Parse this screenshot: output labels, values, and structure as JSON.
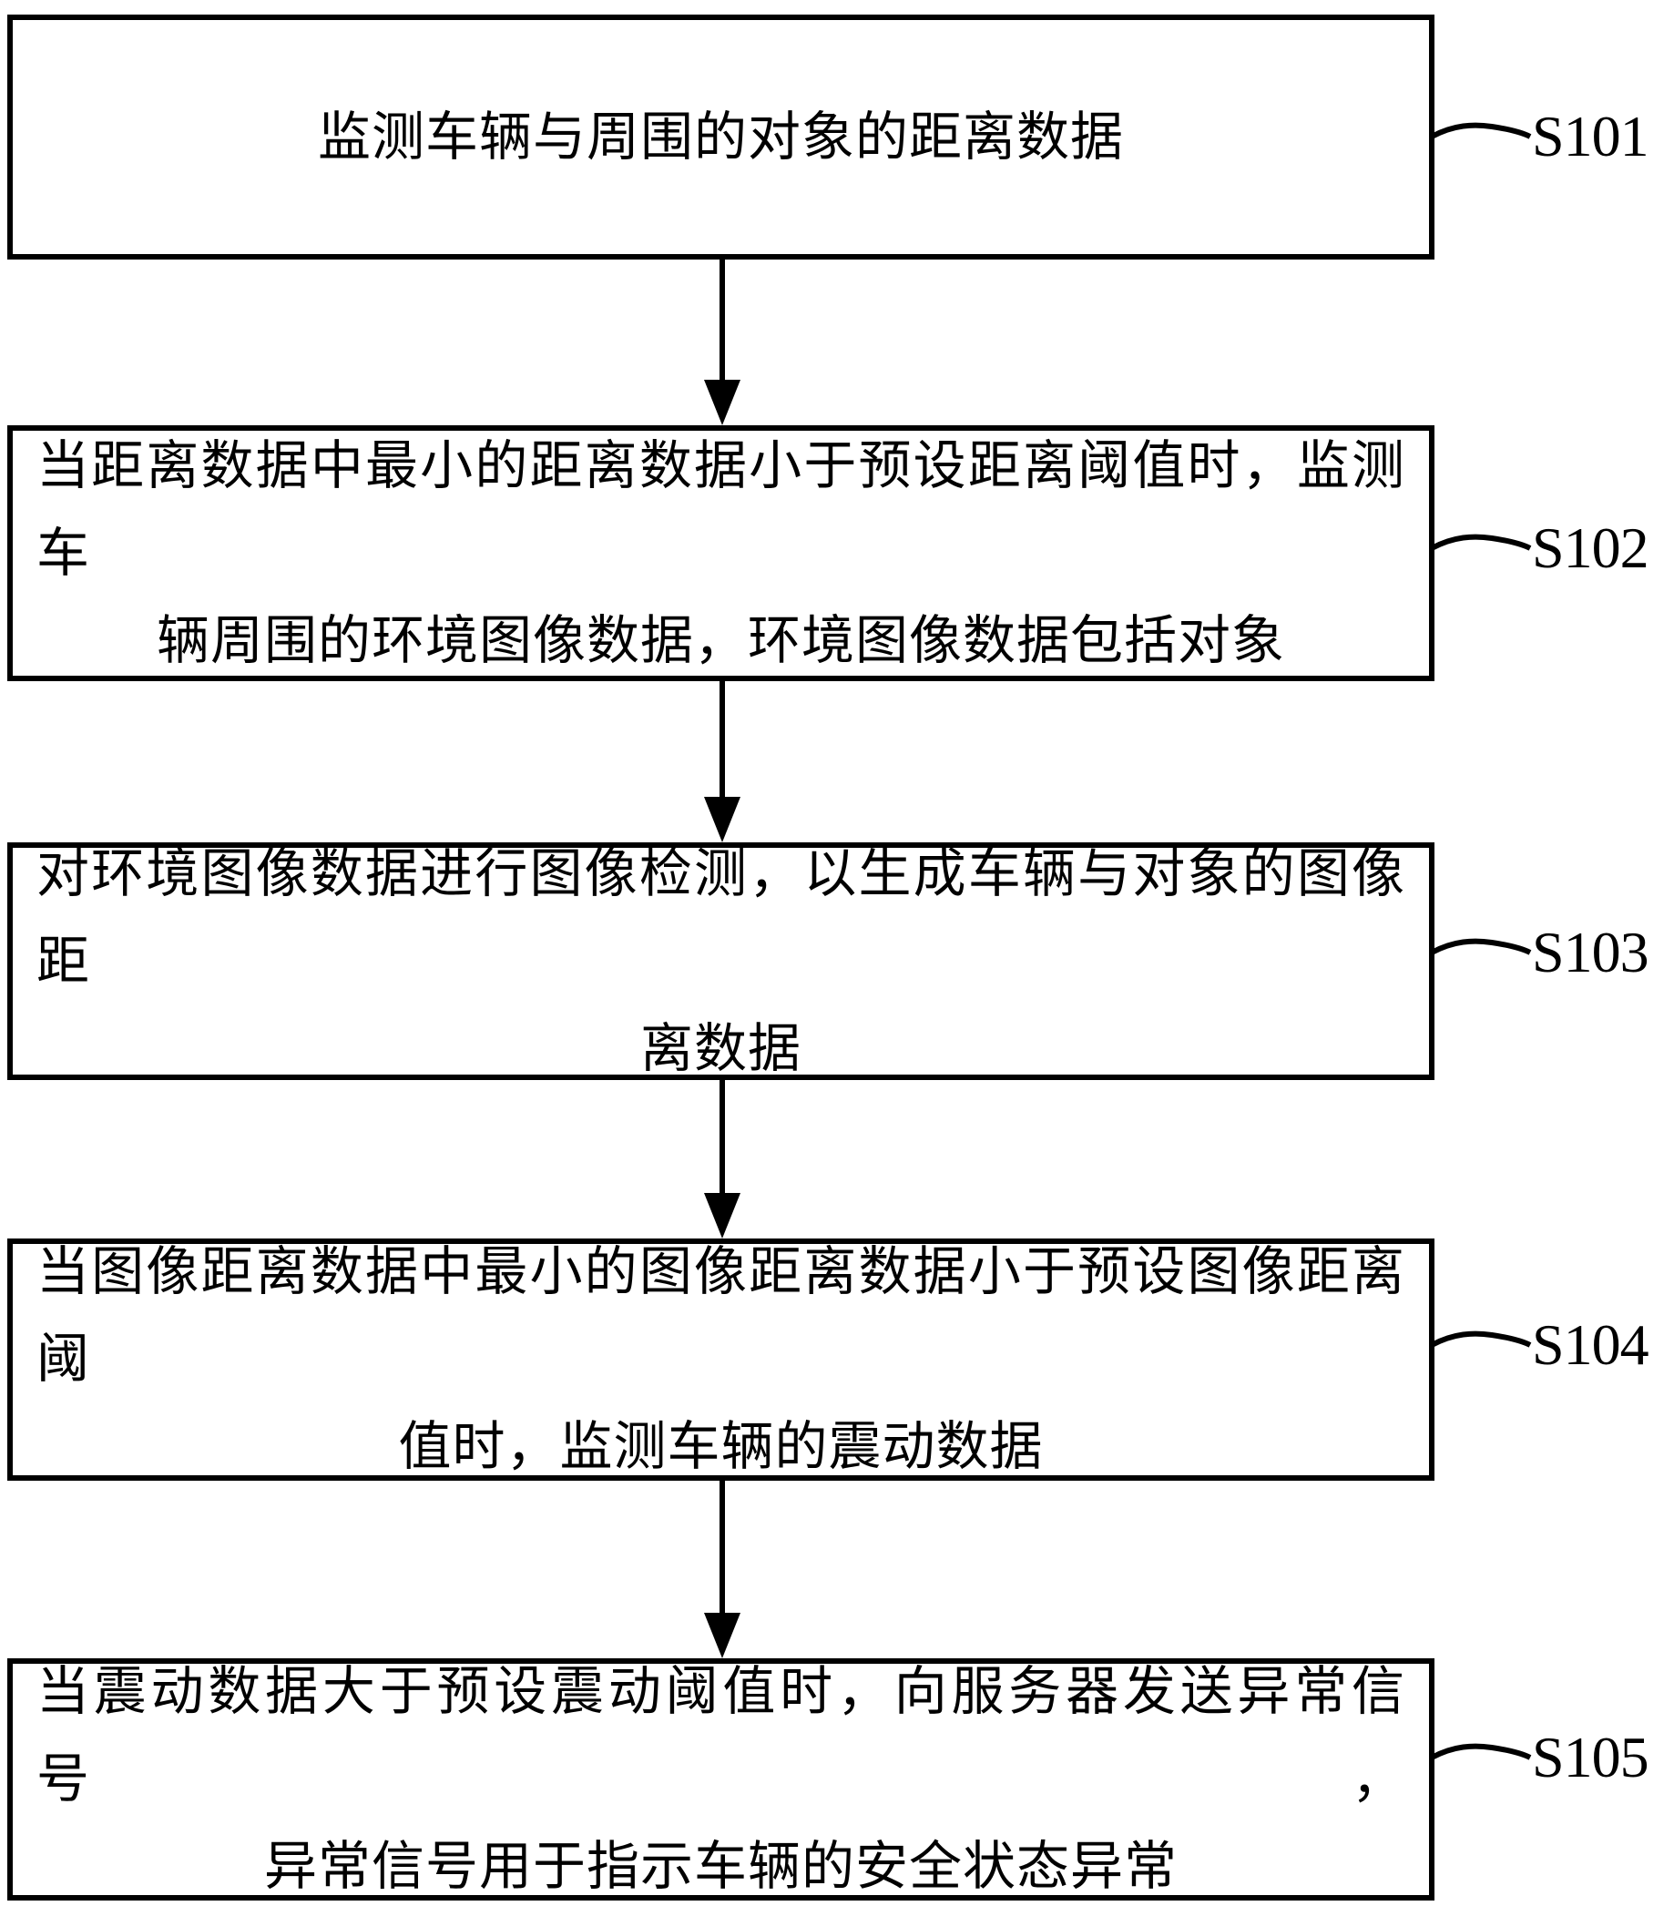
{
  "figure_type": "flowchart",
  "colors": {
    "line": "#000000",
    "background": "#ffffff",
    "text": "#000000"
  },
  "steps": [
    {
      "id": "S101",
      "lines": [
        "监测车辆与周围的对象的距离数据"
      ]
    },
    {
      "id": "S102",
      "lines": [
        "当距离数据中最小的距离数据小于预设距离阈值时，监测车",
        "辆周围的环境图像数据，环境图像数据包括对象"
      ]
    },
    {
      "id": "S103",
      "lines": [
        "对环境图像数据进行图像检测，以生成车辆与对象的图像距",
        "离数据"
      ]
    },
    {
      "id": "S104",
      "lines": [
        "当图像距离数据中最小的图像距离数据小于预设图像距离阈",
        "值时，监测车辆的震动数据"
      ]
    },
    {
      "id": "S105",
      "lines": [
        "当震动数据大于预设震动阈值时，向服务器发送异常信号，",
        "异常信号用于指示车辆的安全状态异常"
      ]
    }
  ]
}
